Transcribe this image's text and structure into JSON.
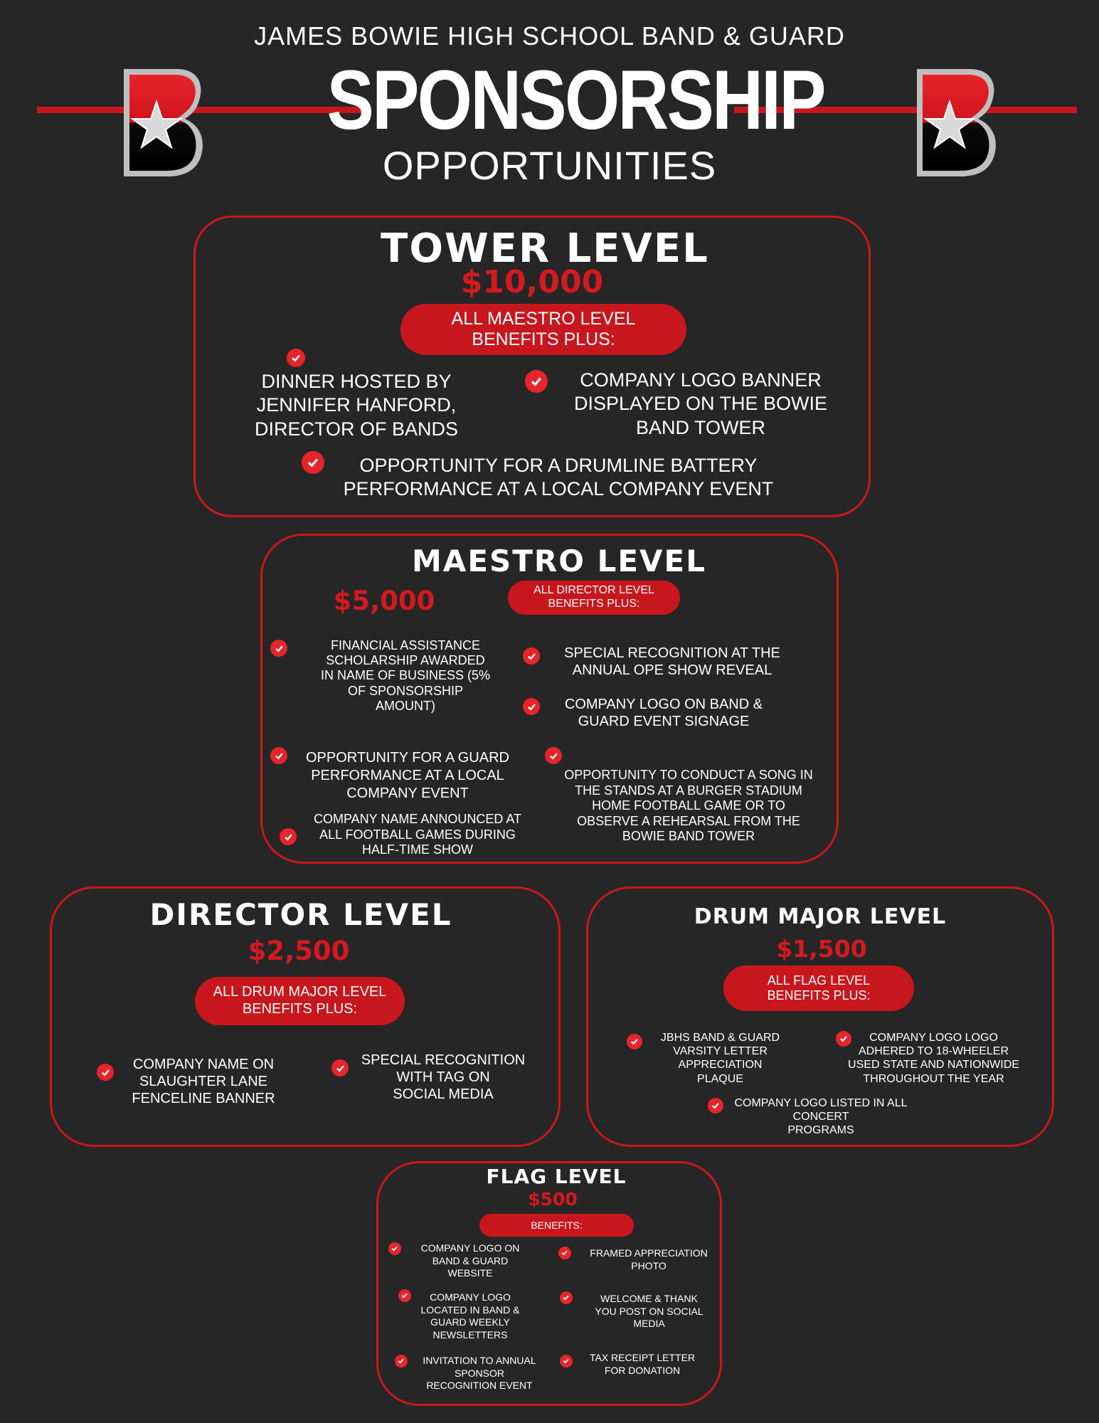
{
  "header": {
    "school": "JAMES BOWIE HIGH SCHOOL BAND & GUARD",
    "title": "SPONSORSHIP",
    "subtitle": "OPPORTUNITIES",
    "logo_letter": "B"
  },
  "colors": {
    "accent": "#c8161d",
    "background": "#262626",
    "text": "#ffffff"
  },
  "tower": {
    "title": "TOWER LEVEL",
    "price": "$10,000",
    "pill": [
      "ALL MAESTRO LEVEL",
      "BENEFITS PLUS:"
    ],
    "b1": [
      "DINNER HOSTED BY",
      "JENNIFER HANFORD,",
      "DIRECTOR OF BANDS"
    ],
    "b2": [
      "COMPANY LOGO BANNER",
      "DISPLAYED ON THE BOWIE",
      "BAND TOWER"
    ],
    "b3": [
      "OPPORTUNITY FOR A DRUMLINE BATTERY",
      "PERFORMANCE AT A LOCAL COMPANY EVENT"
    ]
  },
  "maestro": {
    "title": "MAESTRO LEVEL",
    "price": "$5,000",
    "pill": [
      "ALL DIRECTOR LEVEL",
      "BENEFITS PLUS:"
    ],
    "b1": [
      "FINANCIAL ASSISTANCE",
      "SCHOLARSHIP AWARDED",
      "IN NAME OF BUSINESS (5%",
      "OF SPONSORSHIP",
      "AMOUNT)"
    ],
    "b2": [
      "SPECIAL RECOGNITION AT THE",
      "ANNUAL OPE SHOW REVEAL"
    ],
    "b3": [
      "COMPANY LOGO ON BAND &",
      "GUARD EVENT SIGNAGE"
    ],
    "b4": [
      "OPPORTUNITY FOR A GUARD",
      "PERFORMANCE AT A LOCAL",
      "COMPANY EVENT"
    ],
    "b5": [
      "OPPORTUNITY TO CONDUCT A SONG IN",
      "THE STANDS AT A BURGER STADIUM",
      "HOME FOOTBALL GAME OR TO",
      "OBSERVE A REHEARSAL FROM THE",
      "BOWIE BAND TOWER"
    ],
    "b6": [
      "COMPANY NAME ANNOUNCED AT",
      "ALL FOOTBALL GAMES DURING",
      "HALF-TIME SHOW"
    ]
  },
  "director": {
    "title": "DIRECTOR LEVEL",
    "price": "$2,500",
    "pill": [
      "ALL DRUM MAJOR LEVEL",
      "BENEFITS PLUS:"
    ],
    "b1": [
      "COMPANY NAME ON",
      "SLAUGHTER LANE",
      "FENCELINE BANNER"
    ],
    "b2": [
      "SPECIAL RECOGNITION",
      "WITH TAG ON",
      "SOCIAL MEDIA"
    ]
  },
  "drum_major": {
    "title": "DRUM MAJOR LEVEL",
    "price": "$1,500",
    "pill": [
      "ALL FLAG LEVEL",
      "BENEFITS PLUS:"
    ],
    "b1": [
      "JBHS BAND & GUARD",
      "VARSITY LETTER",
      "APPRECIATION",
      "PLAQUE"
    ],
    "b2": [
      "COMPANY LOGO LOGO",
      "ADHERED TO 18-WHEELER",
      "USED STATE AND NATIONWIDE",
      "THROUGHOUT THE YEAR"
    ],
    "b3": [
      "COMPANY LOGO LISTED IN ALL",
      "CONCERT",
      "PROGRAMS"
    ]
  },
  "flag": {
    "title": "FLAG LEVEL",
    "price": "$500",
    "pill": [
      "BENEFITS:"
    ],
    "b1": [
      "COMPANY LOGO ON",
      "BAND & GUARD",
      "WEBSITE"
    ],
    "b2": [
      "FRAMED APPRECIATION",
      "PHOTO"
    ],
    "b3": [
      "COMPANY LOGO",
      "LOCATED IN BAND &",
      "GUARD WEEKLY",
      "NEWSLETTERS"
    ],
    "b4": [
      "WELCOME & THANK",
      "YOU POST ON SOCIAL",
      "MEDIA"
    ],
    "b5": [
      "INVITATION TO ANNUAL",
      "SPONSOR",
      "RECOGNITION EVENT"
    ],
    "b6": [
      "TAX RECEIPT LETTER",
      "FOR DONATION"
    ]
  }
}
